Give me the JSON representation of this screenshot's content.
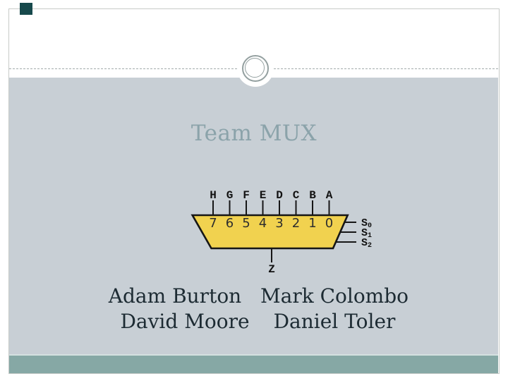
{
  "slide": {
    "title": "Team MUX",
    "names": [
      "Adam Burton",
      "Mark Colombo",
      "David Moore",
      "Daniel Toler"
    ],
    "colors": {
      "body_bg": "#c8cfd5",
      "footer_band": "#86a8a5",
      "accent_square": "#17494c",
      "title_text": "#8ba3aa",
      "names_text": "#1d2b33",
      "mux_fill": "#f1d24f",
      "mux_outline": "#161616",
      "divider_gray": "#a3abab"
    }
  },
  "diagram": {
    "input_labels": [
      "H",
      "G",
      "F",
      "E",
      "D",
      "C",
      "B",
      "A"
    ],
    "channel_numbers": [
      "7",
      "6",
      "5",
      "4",
      "3",
      "2",
      "1",
      "0"
    ],
    "selects": [
      {
        "base": "S",
        "sub": "0"
      },
      {
        "base": "S",
        "sub": "1"
      },
      {
        "base": "S",
        "sub": "2"
      }
    ],
    "output_label": "Z"
  }
}
